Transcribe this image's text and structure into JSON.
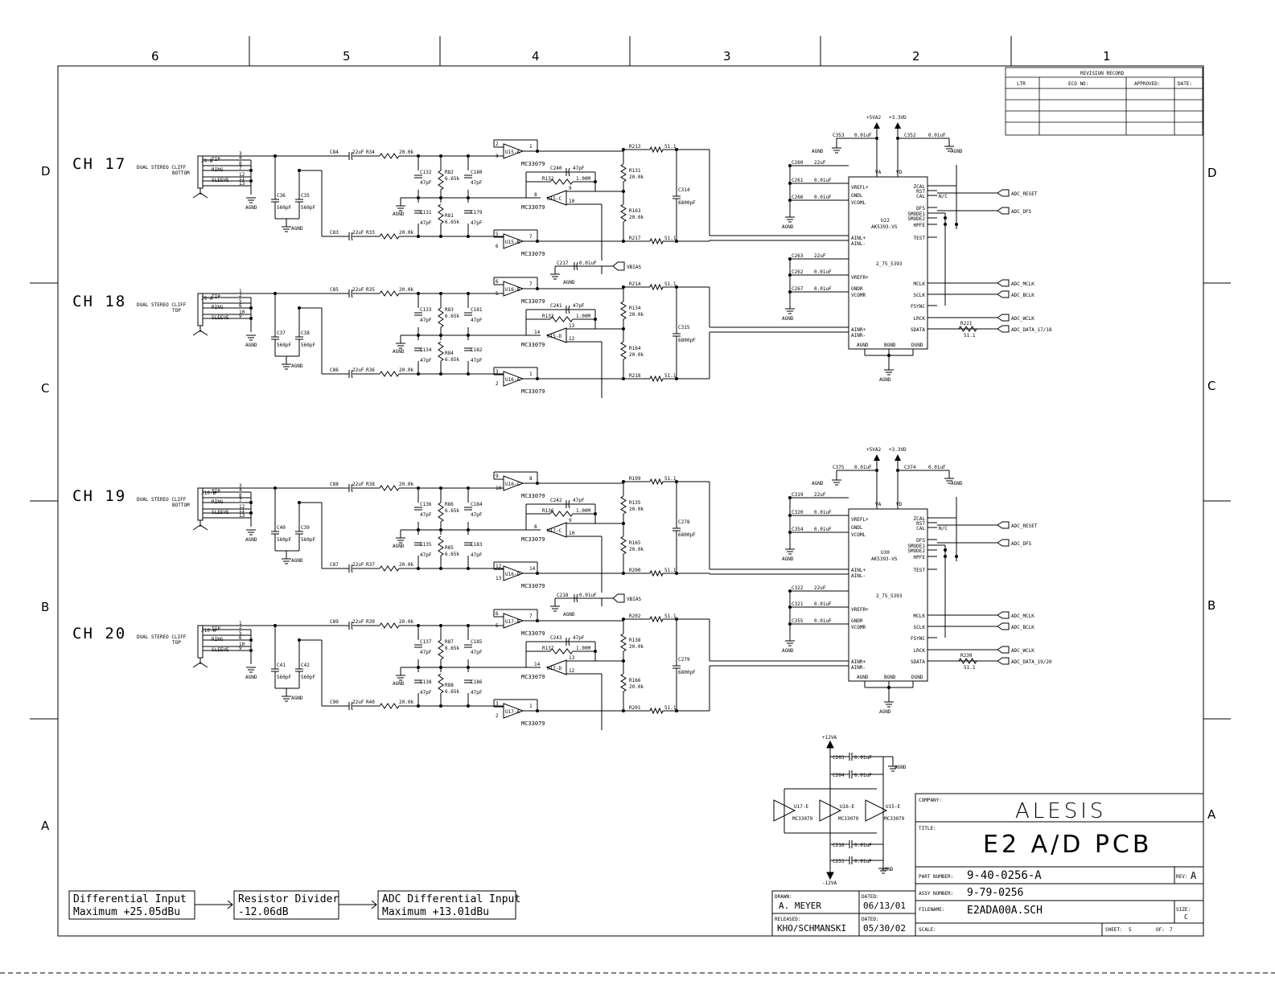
{
  "zones": {
    "columns": [
      "6",
      "5",
      "4",
      "3",
      "2",
      "1"
    ],
    "rows": [
      "D",
      "C",
      "B",
      "A"
    ]
  },
  "revision_record": {
    "title": "REVISION RECORD",
    "headers": [
      "LTR",
      "ECO NO:",
      "APPROVED:",
      "DATE:"
    ]
  },
  "channels": [
    {
      "label": "CH 17",
      "jack": "J9-B",
      "jack_desc1": "DUAL STEREO CLIFF",
      "jack_desc2": "BOTTOM",
      "pins_top": [
        "3",
        "4",
        "8",
        "7",
        "12",
        "11",
        "13"
      ],
      "caps_in": [
        "C36",
        "560pF",
        "C35",
        "560pF"
      ],
      "in_a": {
        "cap": "C84",
        "cap_val": "22uF",
        "res": "R34",
        "res_val": "20.0k"
      },
      "in_b": {
        "cap": "C83",
        "cap_val": "22uF",
        "res": "R33",
        "res_val": "20.0k"
      },
      "shunt": [
        "C132",
        "47pF",
        "R82",
        "6.65k",
        "C180",
        "47pF",
        "C131",
        "47pF",
        "R81",
        "6.65k",
        "C179",
        "47pF"
      ],
      "opamp_a": {
        "ref": "U15-A",
        "pins": [
          "2",
          "3",
          "1"
        ],
        "part": "MC33079"
      },
      "opamp_mid": {
        "ref": "U15-C",
        "pins": [
          "8",
          "9",
          "10"
        ],
        "part": "MC33079"
      },
      "opamp_b": {
        "ref": "U15-B",
        "pins": [
          "5",
          "6",
          "7"
        ],
        "part": "MC33079"
      },
      "fb": {
        "cap": "C240",
        "cap_val": "47pF",
        "res": "R132",
        "res_val": "1.00M"
      },
      "out_a": {
        "res": "R213",
        "val": "51.1"
      },
      "out_b": {
        "res": "R217",
        "val": "51.1"
      },
      "div": [
        "R131",
        "20.0k",
        "R163",
        "20.0k"
      ],
      "cap_out": [
        "C314",
        "6800pF"
      ]
    },
    {
      "label": "CH 18",
      "jack": "J9-A",
      "jack_desc1": "DUAL STEREO CLIFF",
      "jack_desc2": "TOP",
      "pins_top": [
        "1",
        "2",
        "5",
        "6",
        "10",
        "9"
      ],
      "caps_in": [
        "C37",
        "560pF",
        "C38",
        "560pF"
      ],
      "in_a": {
        "cap": "C85",
        "cap_val": "22uF",
        "res": "R35",
        "res_val": "20.0k"
      },
      "in_b": {
        "cap": "C86",
        "cap_val": "22uF",
        "res": "R36",
        "res_val": "20.0k"
      },
      "shunt": [
        "C133",
        "47pF",
        "R83",
        "6.65k",
        "C181",
        "47pF",
        "C134",
        "47pF",
        "R84",
        "6.65k",
        "C182",
        "47pF"
      ],
      "opamp_a": {
        "ref": "U16-B",
        "pins": [
          "6",
          "5",
          "7"
        ],
        "part": "MC33079"
      },
      "opamp_mid": {
        "ref": "U15-D",
        "pins": [
          "14",
          "13",
          "12"
        ],
        "part": "MC33079"
      },
      "opamp_b": {
        "ref": "U16-A",
        "pins": [
          "3",
          "2",
          "1"
        ],
        "part": "MC33079"
      },
      "fb": {
        "cap": "C241",
        "cap_val": "47pF",
        "res": "R133",
        "res_val": "1.00M"
      },
      "out_a": {
        "res": "R214",
        "val": "51.1"
      },
      "out_b": {
        "res": "R218",
        "val": "51.1"
      },
      "div": [
        "R134",
        "20.0k",
        "R164",
        "20.0k"
      ],
      "cap_out": [
        "C315",
        "6800pF"
      ]
    },
    {
      "label": "CH 19",
      "jack": "J10-B",
      "jack_desc1": "DUAL STEREO CLIFF",
      "jack_desc2": "BOTTOM",
      "pins_top": [
        "3",
        "4",
        "8",
        "7",
        "12",
        "11",
        "13"
      ],
      "caps_in": [
        "C40",
        "560pF",
        "C39",
        "560pF"
      ],
      "in_a": {
        "cap": "C88",
        "cap_val": "22uF",
        "res": "R38",
        "res_val": "20.0k"
      },
      "in_b": {
        "cap": "C87",
        "cap_val": "22uF",
        "res": "R37",
        "res_val": "20.0k"
      },
      "shunt": [
        "C136",
        "47pF",
        "R86",
        "6.65k",
        "C184",
        "47pF",
        "C135",
        "47pF",
        "R85",
        "6.65k",
        "C183",
        "47pF"
      ],
      "opamp_a": {
        "ref": "U16-C",
        "pins": [
          "9",
          "10",
          "8"
        ],
        "part": "MC33079"
      },
      "opamp_mid": {
        "ref": "U17-C",
        "pins": [
          "8",
          "9",
          "10"
        ],
        "part": "MC33079"
      },
      "opamp_b": {
        "ref": "U16-D",
        "pins": [
          "12",
          "13",
          "14"
        ],
        "part": "MC33079"
      },
      "fb": {
        "cap": "C242",
        "cap_val": "47pF",
        "res": "R136",
        "res_val": "1.00M"
      },
      "out_a": {
        "res": "R199",
        "val": "51.1"
      },
      "out_b": {
        "res": "R200",
        "val": "51.1"
      },
      "div": [
        "R135",
        "20.0k",
        "R165",
        "20.0k"
      ],
      "cap_out": [
        "C278",
        "6800pF"
      ]
    },
    {
      "label": "CH 20",
      "jack": "J10-A",
      "jack_desc1": "DUAL STEREO CLIFF",
      "jack_desc2": "TOP",
      "pins_top": [
        "1",
        "2",
        "5",
        "6",
        "10",
        "9"
      ],
      "caps_in": [
        "C41",
        "560pF",
        "C42",
        "560pF"
      ],
      "in_a": {
        "cap": "C89",
        "cap_val": "22uF",
        "res": "R39",
        "res_val": "20.0k"
      },
      "in_b": {
        "cap": "C90",
        "cap_val": "22uF",
        "res": "R40",
        "res_val": "20.0k"
      },
      "shunt": [
        "C137",
        "47pF",
        "R87",
        "6.65k",
        "C185",
        "47pF",
        "C138",
        "47pF",
        "R88",
        "6.65k",
        "C186",
        "47pF"
      ],
      "opamp_a": {
        "ref": "U17-B",
        "pins": [
          "6",
          "5",
          "7"
        ],
        "part": "MC33079"
      },
      "opamp_mid": {
        "ref": "U17-D",
        "pins": [
          "14",
          "13",
          "12"
        ],
        "part": "MC33079"
      },
      "opamp_b": {
        "ref": "U17-A",
        "pins": [
          "3",
          "2",
          "1"
        ],
        "part": "MC33079"
      },
      "fb": {
        "cap": "C243",
        "cap_val": "47pF",
        "res": "R137",
        "res_val": "1.00M"
      },
      "out_a": {
        "res": "R202",
        "val": "51.1"
      },
      "out_b": {
        "res": "R201",
        "val": "51.1"
      },
      "div": [
        "R138",
        "20.0k",
        "R166",
        "20.0k"
      ],
      "cap_out": [
        "C279",
        "6800pF"
      ]
    }
  ],
  "jack_pin_labels": [
    "TIP",
    "RING",
    "SLEEVE"
  ],
  "vbias": [
    {
      "cap": "C217",
      "val": "0.01uF",
      "net": "VBIAS"
    },
    {
      "cap": "C218",
      "val": "0.01uF",
      "net": "VBIAS"
    }
  ],
  "adcs": [
    {
      "ref": "U22",
      "part": "AK5393-VS",
      "footprint": "2_75_5393",
      "rails": [
        "+5VA2",
        "+3.3VD"
      ],
      "caps": [
        "C353",
        "0.01uF",
        "C352",
        "0.01uF",
        "C260",
        "22uF",
        "C261",
        "0.01uF",
        "C266",
        "0.01uF",
        "C263",
        "22uF",
        "C262",
        "0.01uF",
        "C267",
        "0.01uF"
      ],
      "left_pins": [
        "VREFL+",
        "GNDL",
        "VCOML",
        "AINL+",
        "AINL-",
        "VREFR+",
        "GNDR",
        "VCOMR",
        "AINR+",
        "AINR-"
      ],
      "right_pins": [
        "ZCAL",
        "RST",
        "CAL",
        "DFS",
        "SMODE1",
        "SMODE2",
        "HPFE",
        "TEST",
        "MCLK",
        "SCLK",
        "FSYNC",
        "LRCK",
        "SDATA"
      ],
      "bottom_pins": [
        "AGND",
        "BGND",
        "DGND"
      ],
      "top_pins": [
        "VA",
        "VD"
      ],
      "nets": [
        "ADC_RESET",
        "ADC_DFS",
        "ADC_MCLK",
        "ADC_BCLK",
        "ADC_WCLK",
        "ADC_DATA_17/18"
      ],
      "sres": [
        "R221",
        "51.1"
      ],
      "nc": "N/C"
    },
    {
      "ref": "U30",
      "part": "AK5393-VS",
      "footprint": "2_75_5393",
      "rails": [
        "+5VA2",
        "+3.3VD"
      ],
      "caps": [
        "C375",
        "0.01uF",
        "C374",
        "0.01uF",
        "C319",
        "22uF",
        "C320",
        "0.01uF",
        "C354",
        "0.01uF",
        "C322",
        "22uF",
        "C321",
        "0.01uF",
        "C355",
        "0.01uF"
      ],
      "left_pins": [
        "VREFL+",
        "GNDL",
        "VCOML",
        "AINL+",
        "AINL-",
        "VREFR+",
        "GNDR",
        "VCOMR",
        "AINR+",
        "AINR-"
      ],
      "right_pins": [
        "ZCAL",
        "RST",
        "CAL",
        "DFS",
        "SMODE1",
        "SMODE2",
        "HPFE",
        "TEST",
        "MCLK",
        "SCLK",
        "FSYNC",
        "LRCK",
        "SDATA"
      ],
      "bottom_pins": [
        "AGND",
        "BGND",
        "DGND"
      ],
      "top_pins": [
        "VA",
        "VD"
      ],
      "nets": [
        "ADC_RESET",
        "ADC_DFS",
        "ADC_MCLK",
        "ADC_BCLK",
        "ADC_WCLK",
        "ADC_DATA_19/20"
      ],
      "sres": [
        "R230",
        "51.1"
      ],
      "nc": "N/C"
    }
  ],
  "agnd": "AGND",
  "power_block": {
    "pos_rail": "+12VA",
    "neg_rail": "-12VA",
    "caps": [
      "C203",
      "0.01uF",
      "C204",
      "0.01uF",
      "C216",
      "0.01uF",
      "C253",
      "0.01uF"
    ],
    "opamps": [
      "U17-E",
      "U16-E",
      "U15-E"
    ],
    "part": "MC33079"
  },
  "flow_notes": [
    {
      "line1": "Differential Input",
      "line2": "Maximum +25.05dBu"
    },
    {
      "line1": "Resistor Divider",
      "line2": "-12.06dB"
    },
    {
      "line1": "ADC Differential Input",
      "line2": "Maximum +13.01dBu"
    }
  ],
  "title_block": {
    "company_label": "COMPANY:",
    "company": "ALESIS",
    "title_label": "TITLE:",
    "title": "E2 A/D PCB",
    "part_number_label": "PART NUMBER:",
    "part_number": "9-40-0256-A",
    "rev_label": "REV:",
    "rev": "A",
    "assy_label": "ASSY NUMBER:",
    "assy": "9-79-0256",
    "filename_label": "FILENAME:",
    "filename": "E2ADA00A.SCH",
    "size_label": "SIZE:",
    "size": "C",
    "scale_label": "SCALE:",
    "sheet_label": "SHEET:",
    "sheet": "5",
    "of_label": "OF:",
    "of": "7",
    "drawn_label": "DRAWN:",
    "drawn": "A. MEYER",
    "drawn_dated_label": "DATED:",
    "drawn_date": "06/13/01",
    "released_label": "RELEASED:",
    "released": "KHO/SCHMANSKI",
    "released_dated_label": "DATED:",
    "released_date": "05/30/02"
  }
}
